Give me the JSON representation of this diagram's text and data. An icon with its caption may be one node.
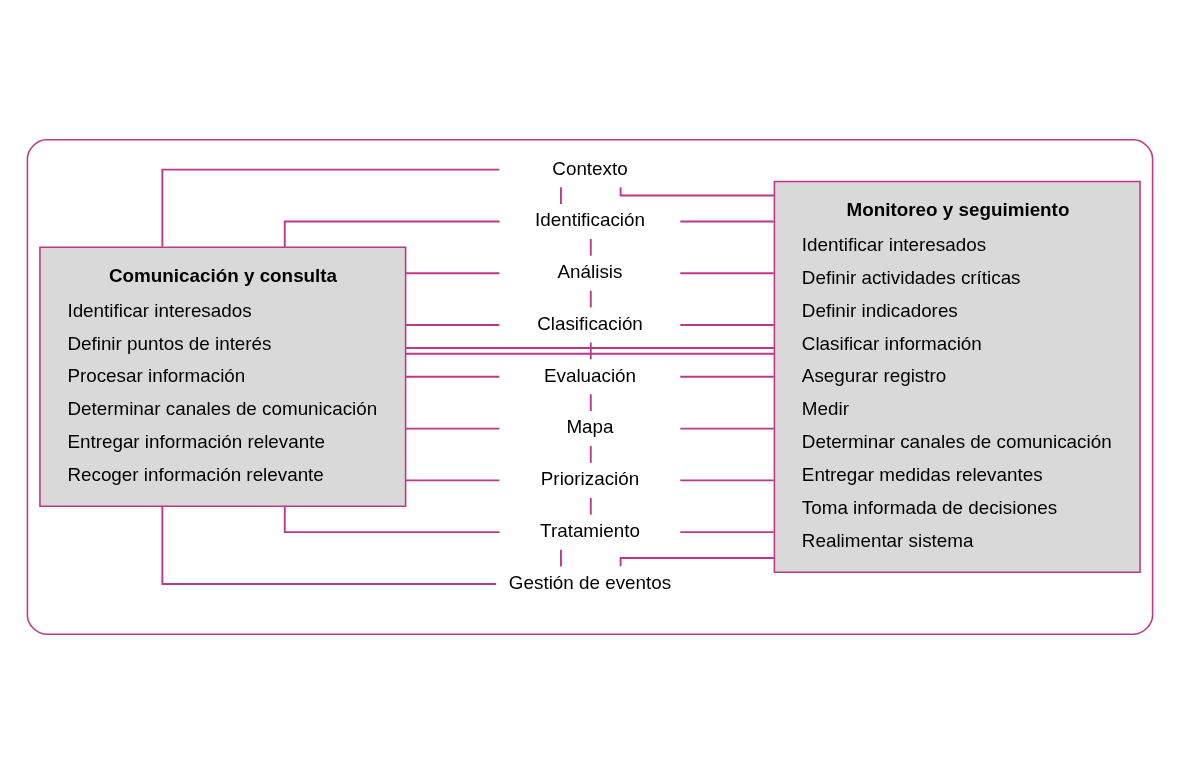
{
  "diagram": {
    "nodes": [
      {
        "text": [],
        "shape": "box"
      },
      {
        "text": [
          "Comunicación y consulta",
          "Identificar interesados",
          "Definir puntos de interés",
          "Procesar información",
          "Determinar canales de comunicación",
          "Entregar información relevante",
          "Recoger información relevante"
        ],
        "in": 0
      },
      {
        "text": [
          "Monitoreo y seguimiento",
          "Identificar interesados",
          "Definir actividades críticas",
          "Definir indicadores",
          "Clasificar información",
          "Asegurar registro",
          "Medir",
          "Determinar canales de comunicación",
          "Entregar medidas relevantes",
          "Toma informada de decisiones",
          "Realimentar sistema"
        ],
        "in": 0
      },
      {
        "text": [
          "Contexto"
        ],
        "in": 0
      },
      {
        "text": [
          "Identificación"
        ],
        "in": 0
      },
      {
        "text": [
          "Análisis"
        ],
        "in": 0
      },
      {
        "text": [
          "Clasificación"
        ],
        "in": 0
      },
      {
        "text": [
          "Evaluación"
        ],
        "in": 0
      },
      {
        "text": [
          "Mapa"
        ],
        "in": 0
      },
      {
        "text": [
          "Priorización"
        ],
        "in": 0
      },
      {
        "text": [
          "Tratamiento"
        ],
        "in": 0
      },
      {
        "text": [
          "Gestión de eventos"
        ],
        "in": 0
      }
    ],
    "edges": [
      {
        "from": 1,
        "to": 2,
        "arrow": "none"
      },
      {
        "from": 1,
        "to": 3,
        "arrow": "none"
      },
      {
        "from": 3,
        "to": 2,
        "arrow": "none"
      },
      {
        "from": 1,
        "to": 4,
        "arrow": "none"
      },
      {
        "from": 4,
        "to": 2,
        "arrow": "none"
      },
      {
        "from": 1,
        "to": 5,
        "arrow": "none"
      },
      {
        "from": 5,
        "to": 2,
        "arrow": "none"
      },
      {
        "from": 1,
        "to": 6,
        "arrow": "none"
      },
      {
        "from": 6,
        "to": 2,
        "arrow": "none"
      },
      {
        "from": 1,
        "to": 7,
        "arrow": "none"
      },
      {
        "from": 7,
        "to": 2,
        "arrow": "none"
      },
      {
        "from": 1,
        "to": 8,
        "arrow": "none"
      },
      {
        "from": 8,
        "to": 2,
        "arrow": "none"
      },
      {
        "from": 1,
        "to": 9,
        "arrow": "none"
      },
      {
        "from": 9,
        "to": 2,
        "arrow": "none"
      },
      {
        "from": 1,
        "to": 10,
        "arrow": "none"
      },
      {
        "from": 10,
        "to": 2,
        "arrow": "none"
      },
      {
        "from": 1,
        "to": 11,
        "arrow": "none"
      },
      {
        "from": 11,
        "to": 2,
        "arrow": "none"
      },
      {
        "from": 3,
        "to": 4,
        "arrow": "none"
      },
      {
        "from": 4,
        "to": 5,
        "arrow": "none"
      },
      {
        "from": 5,
        "to": 6,
        "arrow": "none"
      },
      {
        "from": 6,
        "to": 7,
        "arrow": "none"
      },
      {
        "from": 7,
        "to": 8,
        "arrow": "none"
      },
      {
        "from": 8,
        "to": 9,
        "arrow": "none"
      },
      {
        "from": 9,
        "to": 10,
        "arrow": "none"
      },
      {
        "from": 10,
        "to": 11,
        "arrow": "none"
      },
      {
        "from": 1,
        "to": 2,
        "arrow": "none"
      }
    ]
  }
}
